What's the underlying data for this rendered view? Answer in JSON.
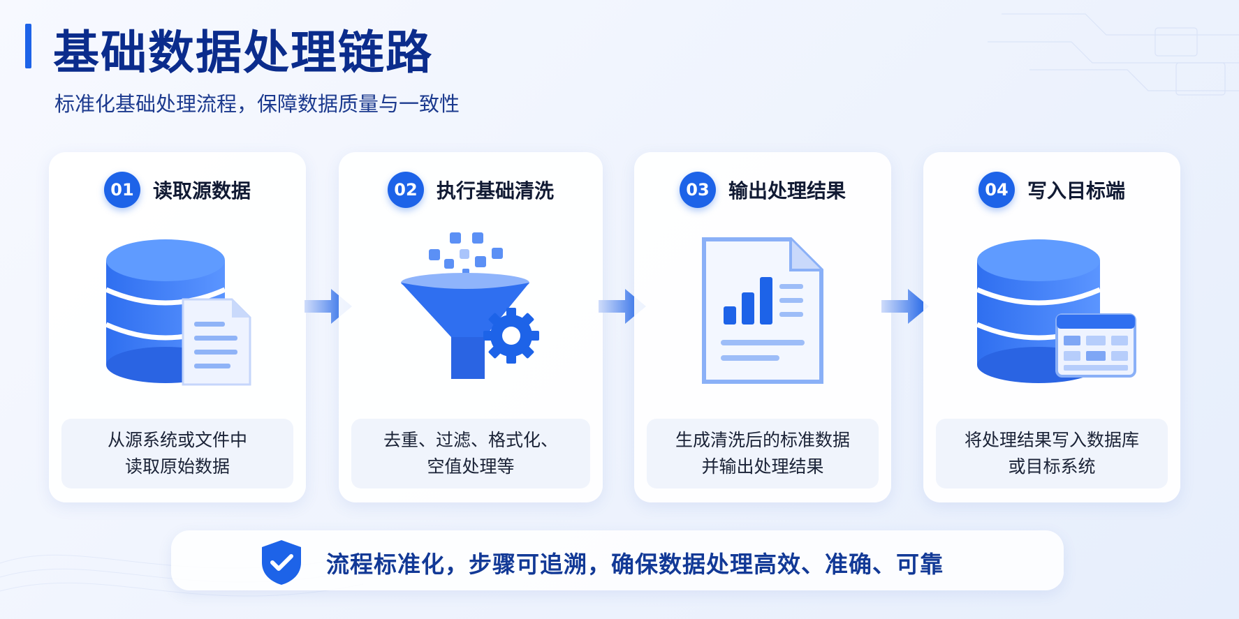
{
  "header": {
    "title": "基础数据处理链路",
    "subtitle": "标准化基础处理流程，保障数据质量与一致性"
  },
  "steps": [
    {
      "num": "01",
      "title": "读取源数据",
      "desc_line1": "从源系统或文件中",
      "desc_line2": "读取原始数据",
      "icon": "database-document-icon"
    },
    {
      "num": "02",
      "title": "执行基础清洗",
      "desc_line1": "去重、过滤、格式化、",
      "desc_line2": "空值处理等",
      "icon": "funnel-gear-icon"
    },
    {
      "num": "03",
      "title": "输出处理结果",
      "desc_line1": "生成清洗后的标准数据",
      "desc_line2": "并输出处理结果",
      "icon": "report-chart-icon"
    },
    {
      "num": "04",
      "title": "写入目标端",
      "desc_line1": "将处理结果写入数据库",
      "desc_line2": "或目标系统",
      "icon": "database-table-icon"
    }
  ],
  "footer": {
    "text": "流程标准化，步骤可追溯，确保数据处理高效、准确、可靠",
    "icon": "shield-check-icon"
  },
  "colors": {
    "accent": "#1d63e8",
    "title": "#0b2c8c",
    "footer_text": "#123996"
  }
}
